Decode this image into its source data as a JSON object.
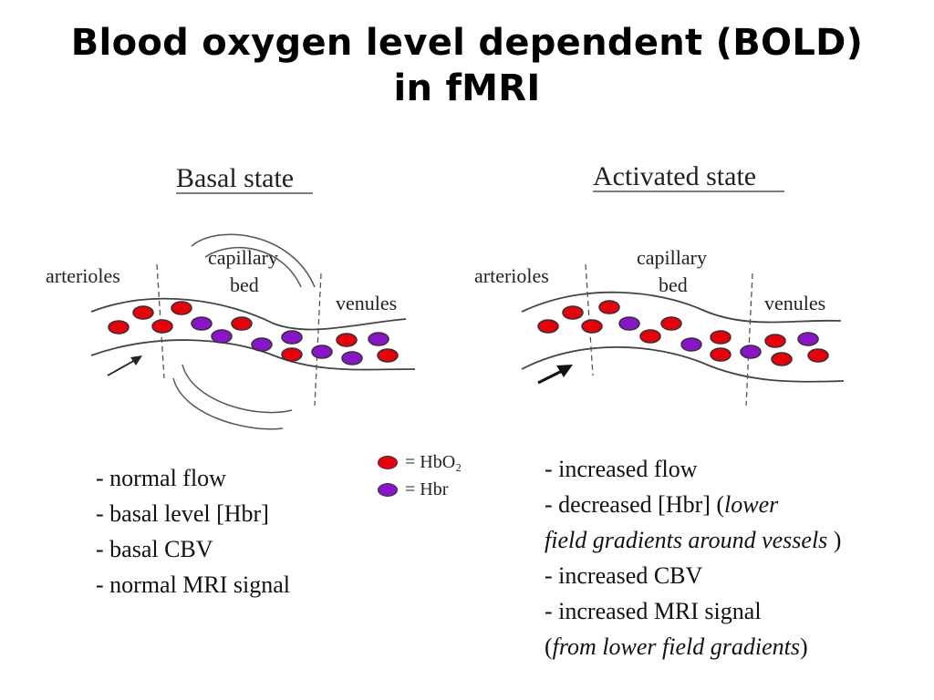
{
  "title": {
    "line1": "Blood oxygen level dependent (BOLD)",
    "line2": "in fMRI"
  },
  "colors": {
    "hbo2": "#e8000b",
    "hbr": "#8a14c8",
    "line": "#333333"
  },
  "basal": {
    "heading": "Basal state",
    "arterioles": "arterioles",
    "capillary_1": "capillary",
    "capillary_2": "bed",
    "venules": "venules",
    "bullets": [
      "- normal flow",
      "- basal level [Hbr]",
      "- basal CBV",
      "- normal MRI signal"
    ]
  },
  "activated": {
    "heading": "Activated state",
    "arterioles": "arterioles",
    "capillary_1": "capillary",
    "capillary_2": "bed",
    "venules": "venules",
    "bullet1": "- increased flow",
    "bullet2_a": "- decreased [Hbr] (",
    "bullet2_b": "lower",
    "bullet3_a": "field gradients around vessels",
    "bullet3_b": " )",
    "bullet4": "- increased CBV",
    "bullet5": "- increased MRI signal",
    "bullet6_a": "(",
    "bullet6_b": "from lower field gradients",
    "bullet6_c": ")"
  },
  "legend": {
    "hbo2": "= HbO₂",
    "hbr": "= Hbr"
  }
}
